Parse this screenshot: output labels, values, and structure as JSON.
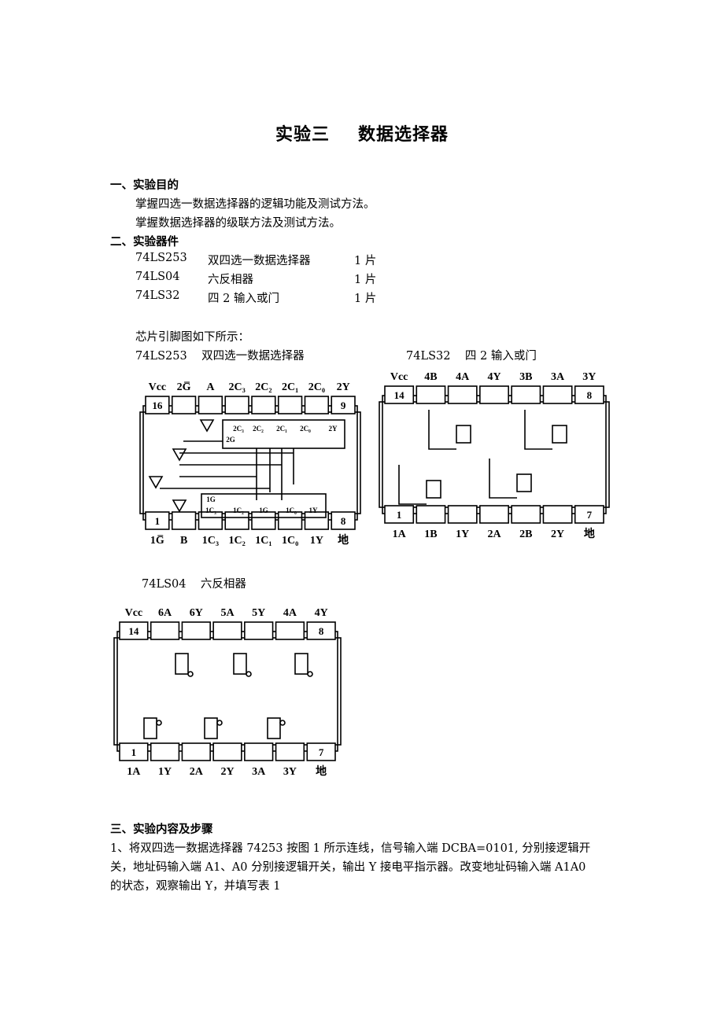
{
  "title": {
    "part1": "实验三",
    "part2": "数据选择器"
  },
  "sections": {
    "s1": {
      "heading": "一、实验目的",
      "lines": [
        "掌握四选一数据选择器的逻辑功能及测试方法。",
        "掌握数据选择器的级联方法及测试方法。"
      ]
    },
    "s2": {
      "heading": "二、实验器件",
      "parts": [
        {
          "model": "74LS253",
          "name": "双四选一数据选择器",
          "qty": "1 片"
        },
        {
          "model": "74LS04",
          "name": "六反相器",
          "qty": "1 片"
        },
        {
          "model": "74LS32",
          "name": "四 2 输入或门",
          "qty": "1 片"
        }
      ],
      "pin_intro": "芯片引脚图如下所示："
    },
    "s3": {
      "heading": "三、实验内容及步骤",
      "lines": [
        "1、将双四选一数据选择器 74253 按图 1 所示连线，信号输入端 DCBA=0101, 分别接逻辑开",
        "关，地址码输入端 A1、A0 分别接逻辑开关，输出 Y 接电平指示器。改变地址码输入端 A1A0",
        "的状态，观察输出 Y，并填写表 1"
      ]
    }
  },
  "chips": [
    {
      "caption": "74LS253    双四选一数据选择器",
      "top": [
        "Vcc",
        "2G̅",
        "A",
        "2C₃",
        "2C₂",
        "2C₁",
        "2C₀",
        "2Y"
      ],
      "bottom": [
        "1G̅",
        "B",
        "1C₃",
        "1C₂",
        "1C₁",
        "1C₀",
        "1Y",
        "地"
      ],
      "pin_top": "16",
      "pin_top_end": "9",
      "pin_bot": "1",
      "pin_bot_end": "8",
      "inner_top": [
        "2C₃",
        "2C₂",
        "2C₁",
        "2C₀",
        "2Y",
        "2G"
      ],
      "inner_bot": [
        "1G",
        "1C₃",
        "1C₂",
        "1G",
        "1C₀",
        "1Y"
      ]
    },
    {
      "caption": "74LS32    四 2 输入或门",
      "top": [
        "Vcc",
        "4B",
        "4A",
        "4Y",
        "3B",
        "3A",
        "3Y"
      ],
      "bottom": [
        "1A",
        "1B",
        "1Y",
        "2A",
        "2B",
        "2Y",
        "地"
      ],
      "pin_top": "14",
      "pin_top_end": "8",
      "pin_bot": "1",
      "pin_bot_end": "7"
    },
    {
      "caption": "74LS04    六反相器",
      "top": [
        "Vcc",
        "6A",
        "6Y",
        "5A",
        "5Y",
        "4A",
        "4Y"
      ],
      "bottom": [
        "1A",
        "1Y",
        "2A",
        "2Y",
        "3A",
        "3Y",
        "地"
      ],
      "pin_top": "14",
      "pin_top_end": "8",
      "pin_bot": "1",
      "pin_bot_end": "7"
    }
  ]
}
